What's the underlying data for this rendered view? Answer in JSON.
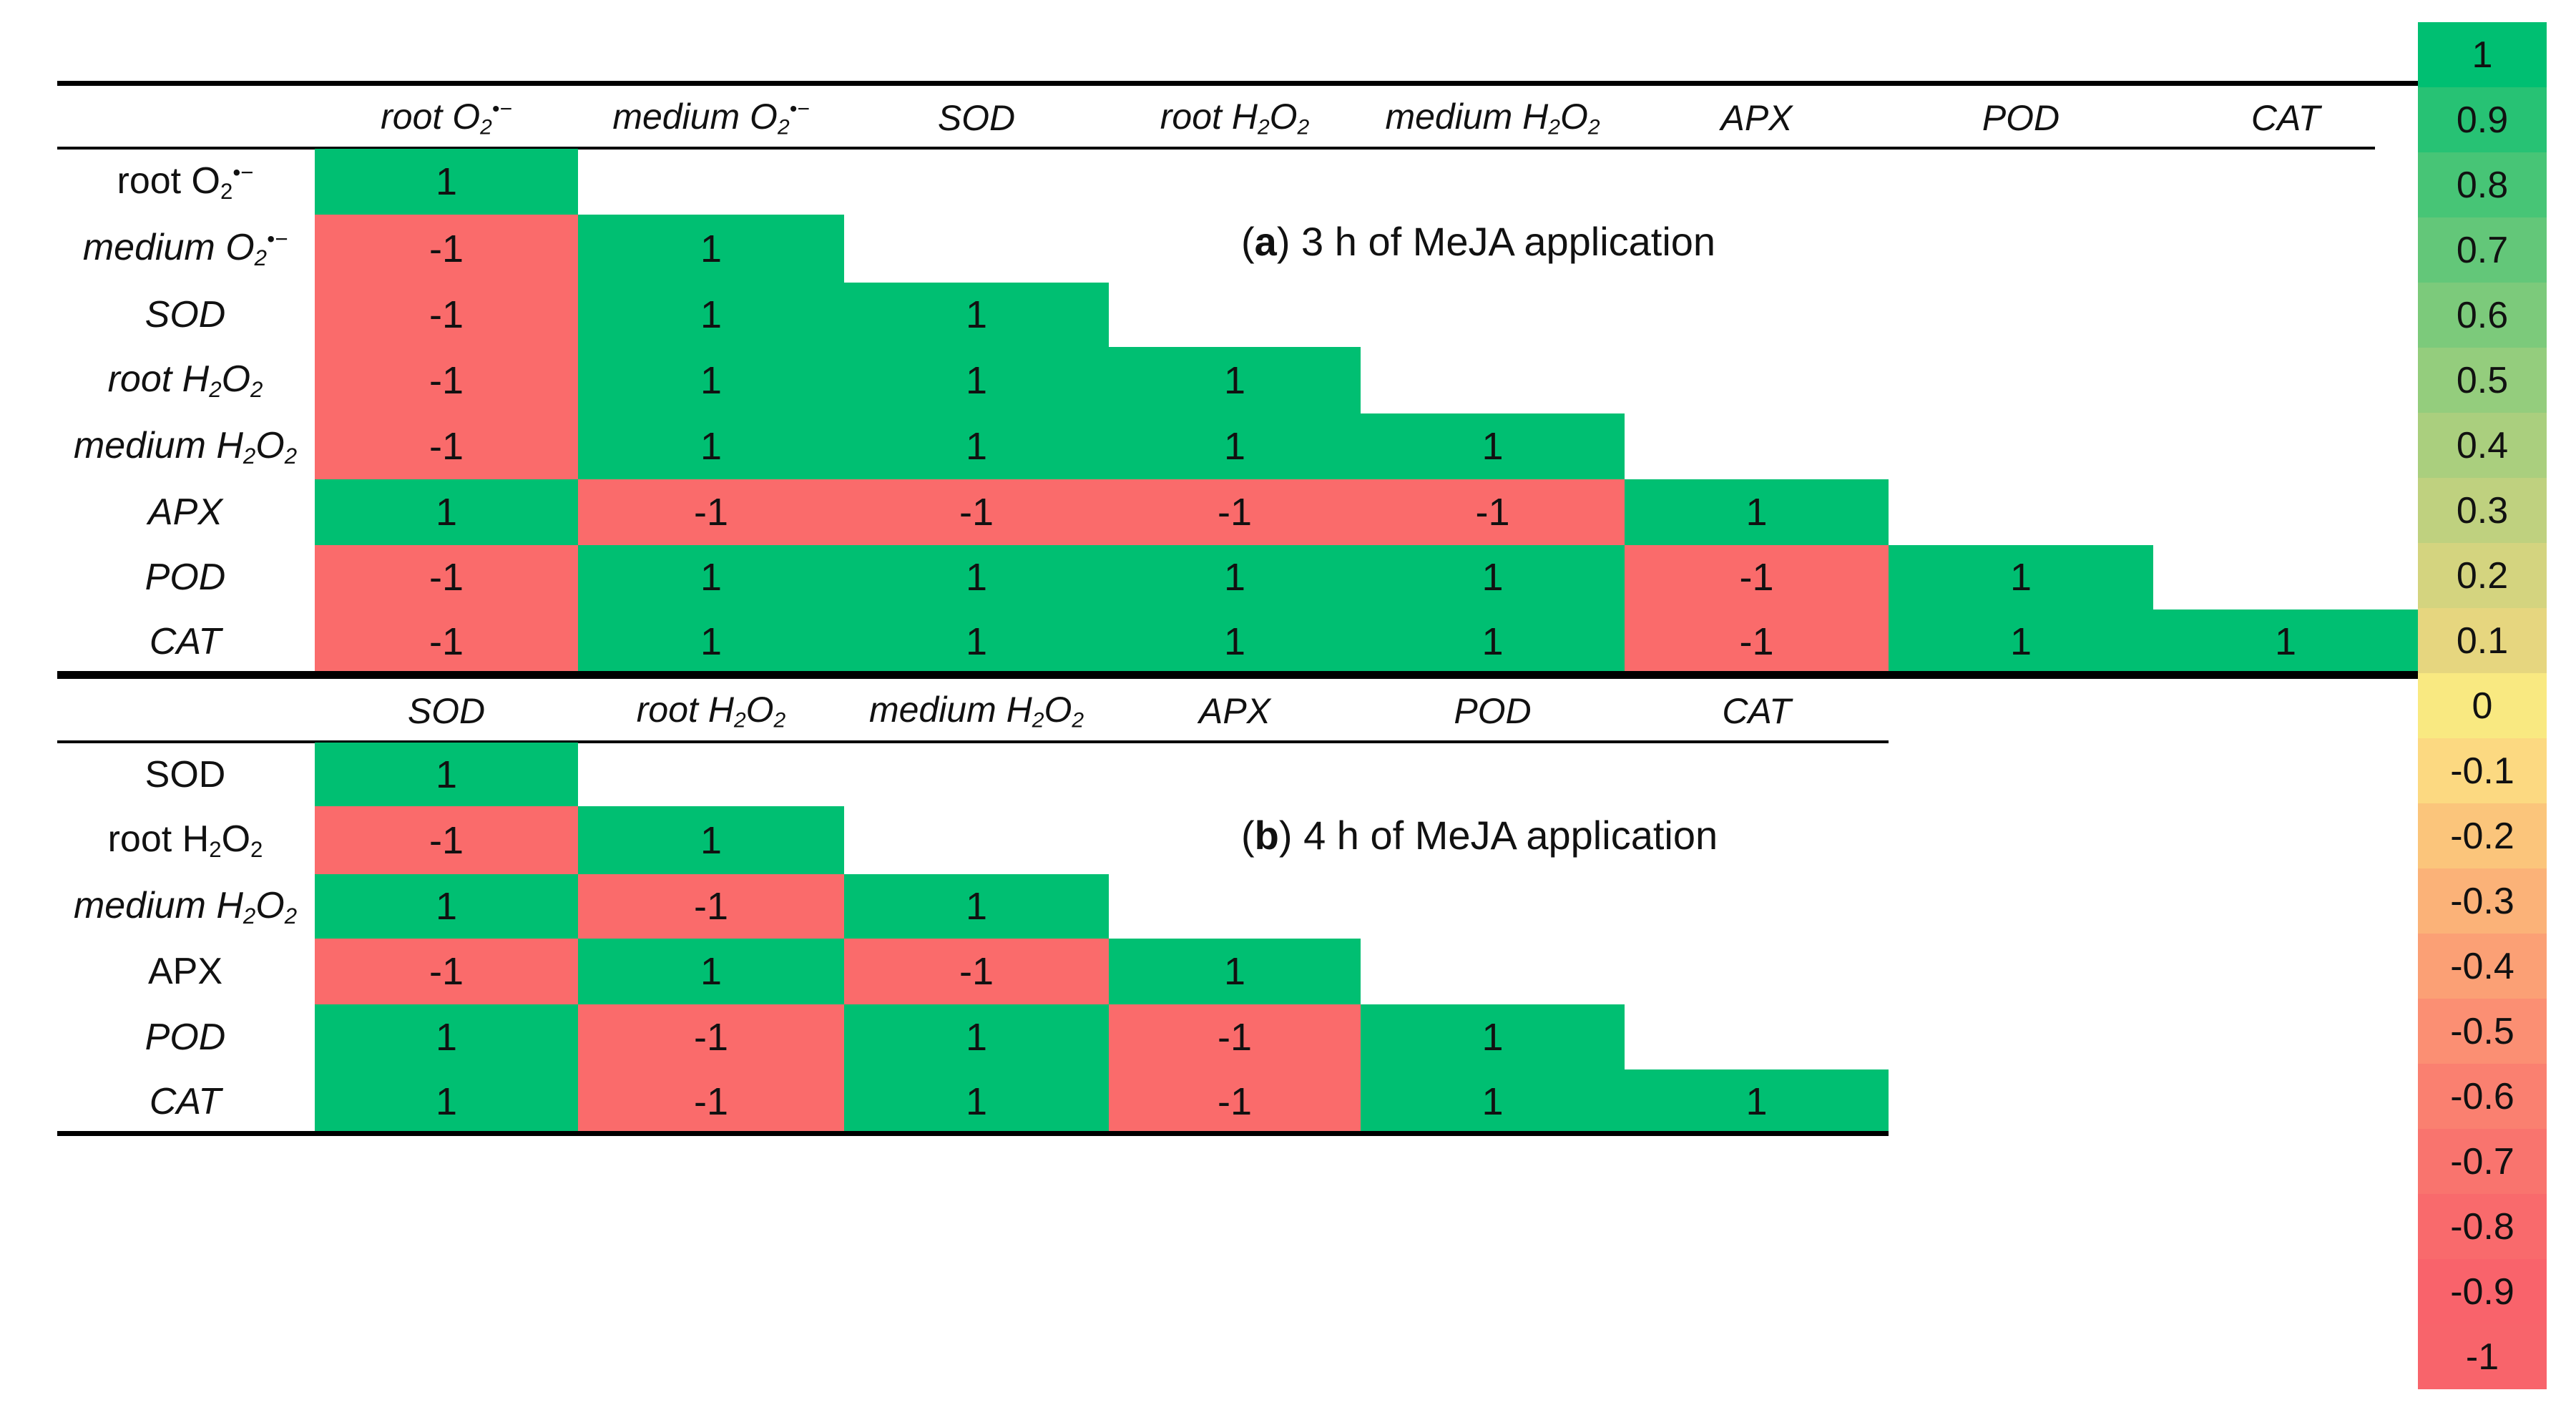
{
  "chart_data": [
    {
      "type": "heatmap",
      "panel_label": "a",
      "title": "3 h of MeJA application",
      "column_labels": [
        {
          "pre": "root O",
          "sub": "2",
          "sup": "•−",
          "italic": true
        },
        {
          "pre": "medium O",
          "sub": "2",
          "sup": "•−",
          "italic": true
        },
        {
          "pre": "SOD",
          "italic": true
        },
        {
          "pre": "root H",
          "sub": "2",
          "mid": "O",
          "sub2": "2",
          "italic": true
        },
        {
          "pre": "medium H",
          "sub": "2",
          "mid": "O",
          "sub2": "2",
          "italic": true
        },
        {
          "pre": "APX",
          "italic": true
        },
        {
          "pre": "POD",
          "italic": true
        },
        {
          "pre": "CAT",
          "italic": true
        }
      ],
      "row_labels": [
        {
          "pre": "root O",
          "sub": "2",
          "sup": "•−",
          "italic": false
        },
        {
          "pre": "medium O",
          "sub": "2",
          "sup": "•−",
          "italic": true
        },
        {
          "pre": "SOD",
          "italic": true
        },
        {
          "pre": "root H",
          "sub": "2",
          "mid": "O",
          "sub2": "2",
          "italic": true
        },
        {
          "pre": "medium H",
          "sub": "2",
          "mid": "O",
          "sub2": "2",
          "italic": true
        },
        {
          "pre": "APX",
          "italic": true
        },
        {
          "pre": "POD",
          "italic": true
        },
        {
          "pre": "CAT",
          "italic": true
        }
      ],
      "values": [
        [
          1
        ],
        [
          -1,
          1
        ],
        [
          -1,
          1,
          1
        ],
        [
          -1,
          1,
          1,
          1
        ],
        [
          -1,
          1,
          1,
          1,
          1
        ],
        [
          1,
          -1,
          -1,
          -1,
          -1,
          1
        ],
        [
          -1,
          1,
          1,
          1,
          1,
          -1,
          1
        ],
        [
          -1,
          1,
          1,
          1,
          1,
          -1,
          1,
          1
        ]
      ]
    },
    {
      "type": "heatmap",
      "panel_label": "b",
      "title": "4 h of MeJA application",
      "column_labels": [
        {
          "pre": "SOD",
          "italic": true
        },
        {
          "pre": "root H",
          "sub": "2",
          "mid": "O",
          "sub2": "2",
          "italic": true
        },
        {
          "pre": "medium H",
          "sub": "2",
          "mid": "O",
          "sub2": "2",
          "italic": true
        },
        {
          "pre": "APX",
          "italic": true
        },
        {
          "pre": "POD",
          "italic": true
        },
        {
          "pre": "CAT",
          "italic": true
        }
      ],
      "row_labels": [
        {
          "pre": "SOD",
          "italic": false
        },
        {
          "pre": "root H",
          "sub": "2",
          "mid": "O",
          "sub2": "2",
          "italic": false
        },
        {
          "pre": "medium H",
          "sub": "2",
          "mid": "O",
          "sub2": "2",
          "italic": true
        },
        {
          "pre": "APX",
          "italic": false
        },
        {
          "pre": "POD",
          "italic": true
        },
        {
          "pre": "CAT",
          "italic": true
        }
      ],
      "values": [
        [
          1
        ],
        [
          -1,
          1
        ],
        [
          1,
          -1,
          1
        ],
        [
          -1,
          1,
          -1,
          1
        ],
        [
          1,
          -1,
          1,
          -1,
          1
        ],
        [
          1,
          -1,
          1,
          -1,
          1,
          1
        ]
      ]
    }
  ],
  "color_scale": {
    "ticks": [
      "1",
      "0.9",
      "0.8",
      "0.7",
      "0.6",
      "0.5",
      "0.4",
      "0.3",
      "0.2",
      "0.1",
      "0",
      "-0.1",
      "-0.2",
      "-0.3",
      "-0.4",
      "-0.5",
      "-0.6",
      "-0.7",
      "-0.8",
      "-0.9",
      "-1"
    ],
    "colors": [
      "#00bf72",
      "#27c274",
      "#47c576",
      "#63c779",
      "#7cca7b",
      "#94cd7d",
      "#aacf7e",
      "#bfd17f",
      "#d4d47f",
      "#e6d67f",
      "#f9e981",
      "#fcd981",
      "#fbc57b",
      "#fbb278",
      "#fba075",
      "#fb8f73",
      "#fa8070",
      "#f9746e",
      "#f96a6c",
      "#f9636b",
      "#f8646b"
    ]
  },
  "colors": {
    "positive": "#00bf72",
    "negative": "#fa6b6b"
  }
}
